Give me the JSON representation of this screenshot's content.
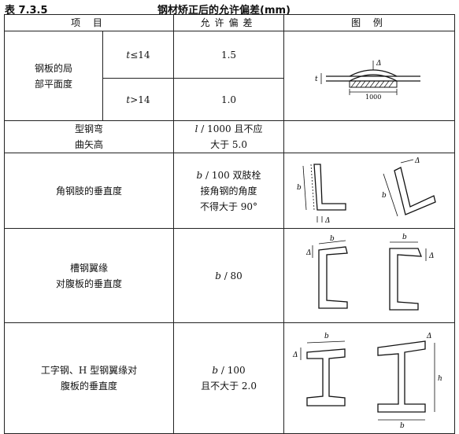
{
  "table_no": "表 7.3.5",
  "table_title": "钢材矫正后的允许偏差(mm)",
  "headers": {
    "item": "项  目",
    "tolerance": "允许偏差",
    "example": "图  例"
  },
  "rows": [
    {
      "item_lines": [
        "钢板的局",
        "部平面度"
      ],
      "sub": [
        {
          "cond_var": "t",
          "cond_op": "≤14",
          "tolerance": "1.5"
        },
        {
          "cond_var": "t",
          "cond_op": ">14",
          "tolerance": "1.0"
        }
      ],
      "fig_labels": {
        "delta": "Δ",
        "t": "t",
        "length": "1000"
      }
    },
    {
      "item_lines": [
        "型钢弯",
        "曲矢高"
      ],
      "tolerance_var": "l",
      "tolerance_lines": [
        " / 1000 且不应",
        "大于 5.0"
      ]
    },
    {
      "item_lines": [
        "角钢肢的垂直度"
      ],
      "tolerance_var": "b",
      "tolerance_lines": [
        " / 100 双肢栓",
        "接角钢的角度",
        "不得大于 90°"
      ],
      "fig_labels": {
        "b": "b",
        "delta": "Δ"
      }
    },
    {
      "item_lines": [
        "槽钢翼缘",
        "对腹板的垂直度"
      ],
      "tolerance_var": "b",
      "tolerance_lines": [
        " / 80"
      ],
      "fig_labels": {
        "b": "b",
        "delta": "Δ"
      }
    },
    {
      "item_lines": [
        "工字钢、H 型钢翼缘对",
        "腹板的垂直度"
      ],
      "tolerance_var": "b",
      "tolerance_lines": [
        " / 100",
        "且不大于 2.0"
      ],
      "fig_labels": {
        "b": "b",
        "delta": "Δ",
        "h": "h"
      }
    }
  ]
}
